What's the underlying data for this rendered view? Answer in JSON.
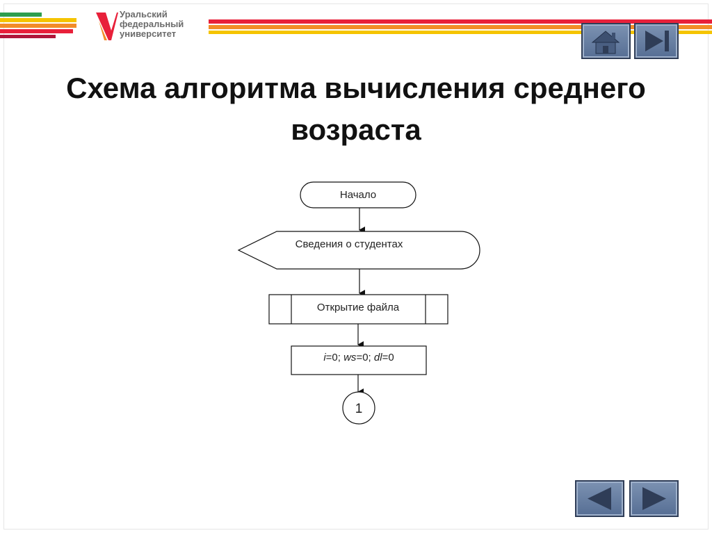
{
  "university": {
    "line1": "Уральский",
    "line2": "федеральный",
    "line3": "университет"
  },
  "title": {
    "line1": "Схема алгоритма вычисления среднего",
    "line2": "возраста"
  },
  "flowchart": {
    "start": "Начало",
    "input": "Сведения о студентах",
    "process": "Открытие файла",
    "init": {
      "i": "i",
      "eq1": "=0; ",
      "ws": "ws",
      "eq2": "=0; ",
      "dl": "dl",
      "eq3": "=0"
    },
    "connector": "1"
  },
  "colors": {
    "stripe_red": "#e8203a",
    "stripe_orange": "#f28c28",
    "stripe_yellow": "#f5c400",
    "stripe_green": "#2e9e4f",
    "nav_button": "#6d84a8"
  },
  "icons": {
    "home": "home-icon",
    "last": "skip-end-icon",
    "prev": "triangle-left-icon",
    "next": "triangle-right-icon"
  }
}
